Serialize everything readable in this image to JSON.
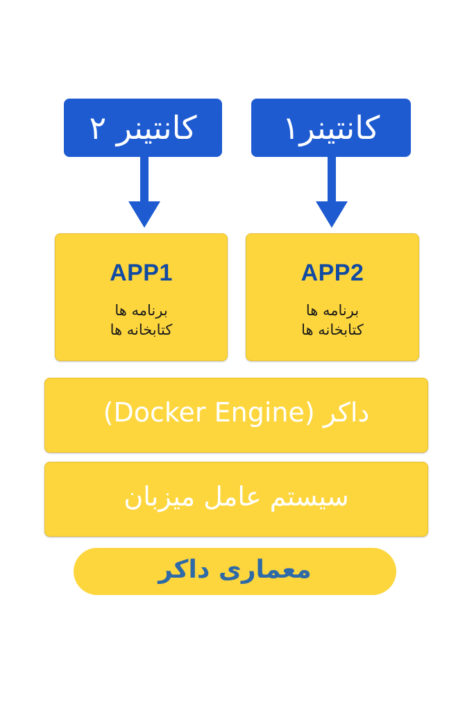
{
  "colors": {
    "container_blue": "#1e5bd1",
    "box_yellow": "#fdd63e",
    "app_title_blue": "#114aa2",
    "caption_text_blue": "#2f6aa8"
  },
  "containers": [
    {
      "label": "کانتینر ۲"
    },
    {
      "label": "کانتینر۱"
    }
  ],
  "apps": [
    {
      "title": "APP1",
      "line1": "برنامه ها",
      "line2": "کتابخانه ها"
    },
    {
      "title": "APP2",
      "line1": "برنامه ها",
      "line2": "کتابخانه ها"
    }
  ],
  "layers": {
    "docker_engine": "داکر (Docker Engine)",
    "host_os": "سیستم عامل میزبان"
  },
  "caption": "معماری داکر"
}
